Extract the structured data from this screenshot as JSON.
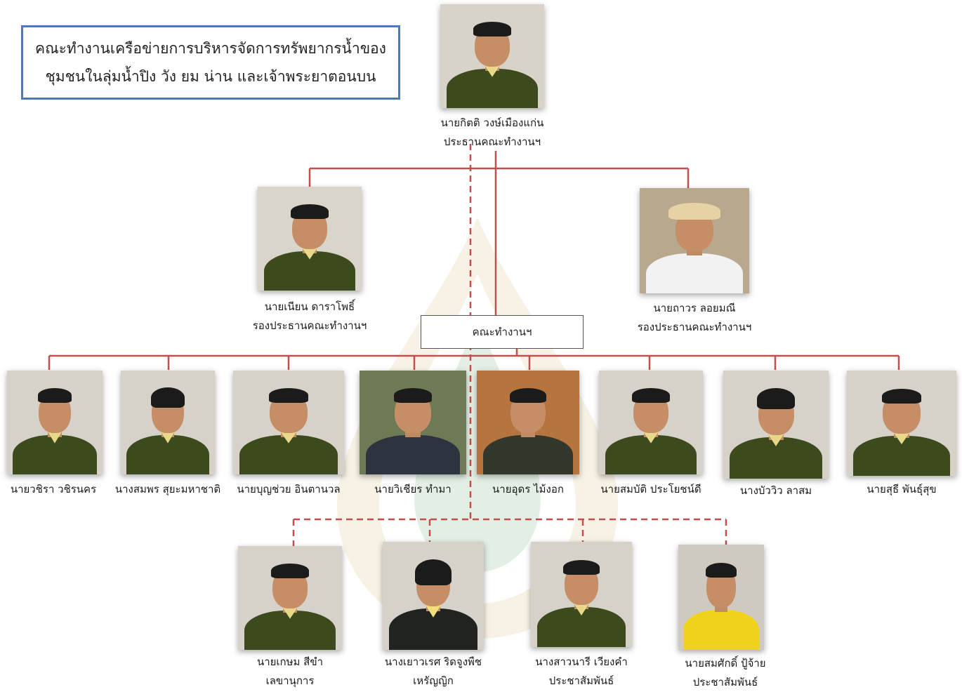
{
  "title": {
    "line1": "คณะทำงานเครือข่ายการบริหารจัดการทรัพยากรน้ำของ",
    "line2": "ชุมชนในลุ่มน้ำปิง วัง ยม น่าน และเจ้าพระยาตอนบน"
  },
  "colors": {
    "connector": "#c0504d",
    "title_border": "#4e79b8",
    "shirt": "#3c4a1d"
  },
  "chair": {
    "name": "นายกิตติ วงษ์เมืองแก่น",
    "role": "ประธานคณะทำงานฯ"
  },
  "vice": [
    {
      "name": "นายเนียน ดาราโพธิ์",
      "role": "รองประธานคณะทำงานฯ"
    },
    {
      "name": "นายถาวร ลอยมณี",
      "role": "รองประธานคณะทำงานฯ"
    }
  ],
  "working_group_label": "คณะทำงานฯ",
  "members": [
    {
      "name": "นายวชิรา วชิรนคร"
    },
    {
      "name": "นางสมพร สุยะมหาชาติ"
    },
    {
      "name": "นายบุญช่วย อินตานวล"
    },
    {
      "name": "นายวิเชียร ทำมา"
    },
    {
      "name": "นายอุดร ไม้งอก"
    },
    {
      "name": "นายสมบัติ ประโยชน์ดี"
    },
    {
      "name": "นางบัววิว ลาสม"
    },
    {
      "name": "นายสุธี พันธุ์สุข"
    }
  ],
  "staff": [
    {
      "name": "นายเกษม สีขำ",
      "role": "เลขานุการ"
    },
    {
      "name": "นางเยาวเรศ ริดจูงพืช",
      "role": "เหรัญญิก"
    },
    {
      "name": "นางสาวนารี เวียงคำ",
      "role": "ประชาสัมพันธ์"
    },
    {
      "name": "นายสมศักดิ์ ปู้จ้าย",
      "role": "ประชาสัมพันธ์"
    }
  ]
}
